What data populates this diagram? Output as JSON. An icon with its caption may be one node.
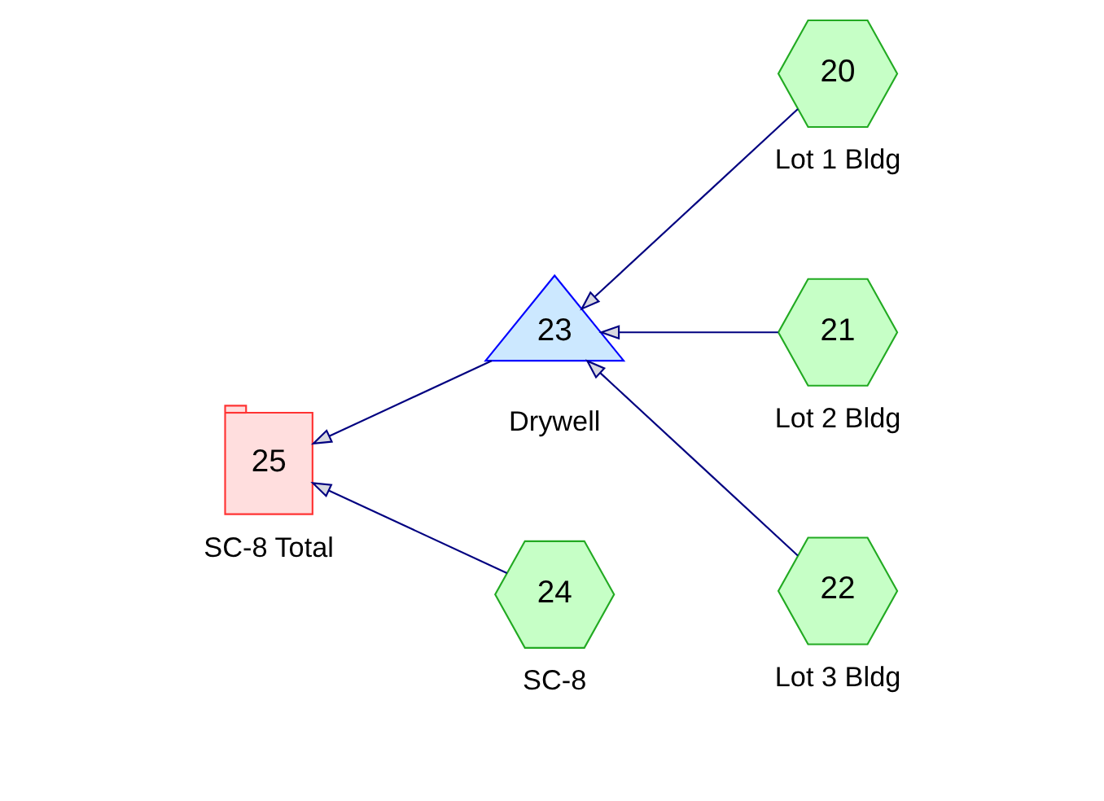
{
  "diagram": {
    "nodes": [
      {
        "text": [
          "20"
        ],
        "beside": [
          "Lot 1 Bldg"
        ]
      },
      {
        "text": [
          "21"
        ],
        "beside": [
          "Lot 2 Bldg"
        ]
      },
      {
        "text": [
          "22"
        ],
        "beside": [
          "Lot 3 Bldg"
        ]
      },
      {
        "text": [
          "23"
        ],
        "beside": [
          "Drywell"
        ]
      },
      {
        "text": [
          "24"
        ],
        "beside": [
          "SC-8"
        ]
      },
      {
        "text": [
          "25"
        ],
        "beside": [
          "SC-8 Total"
        ]
      }
    ],
    "edges": [
      {
        "from": 0,
        "to": 3,
        "arrow": "to"
      },
      {
        "from": 1,
        "to": 3,
        "arrow": "to"
      },
      {
        "from": 2,
        "to": 3,
        "arrow": "to"
      },
      {
        "from": 3,
        "to": 5,
        "arrow": "to"
      },
      {
        "from": 4,
        "to": 5,
        "arrow": "to"
      }
    ]
  }
}
